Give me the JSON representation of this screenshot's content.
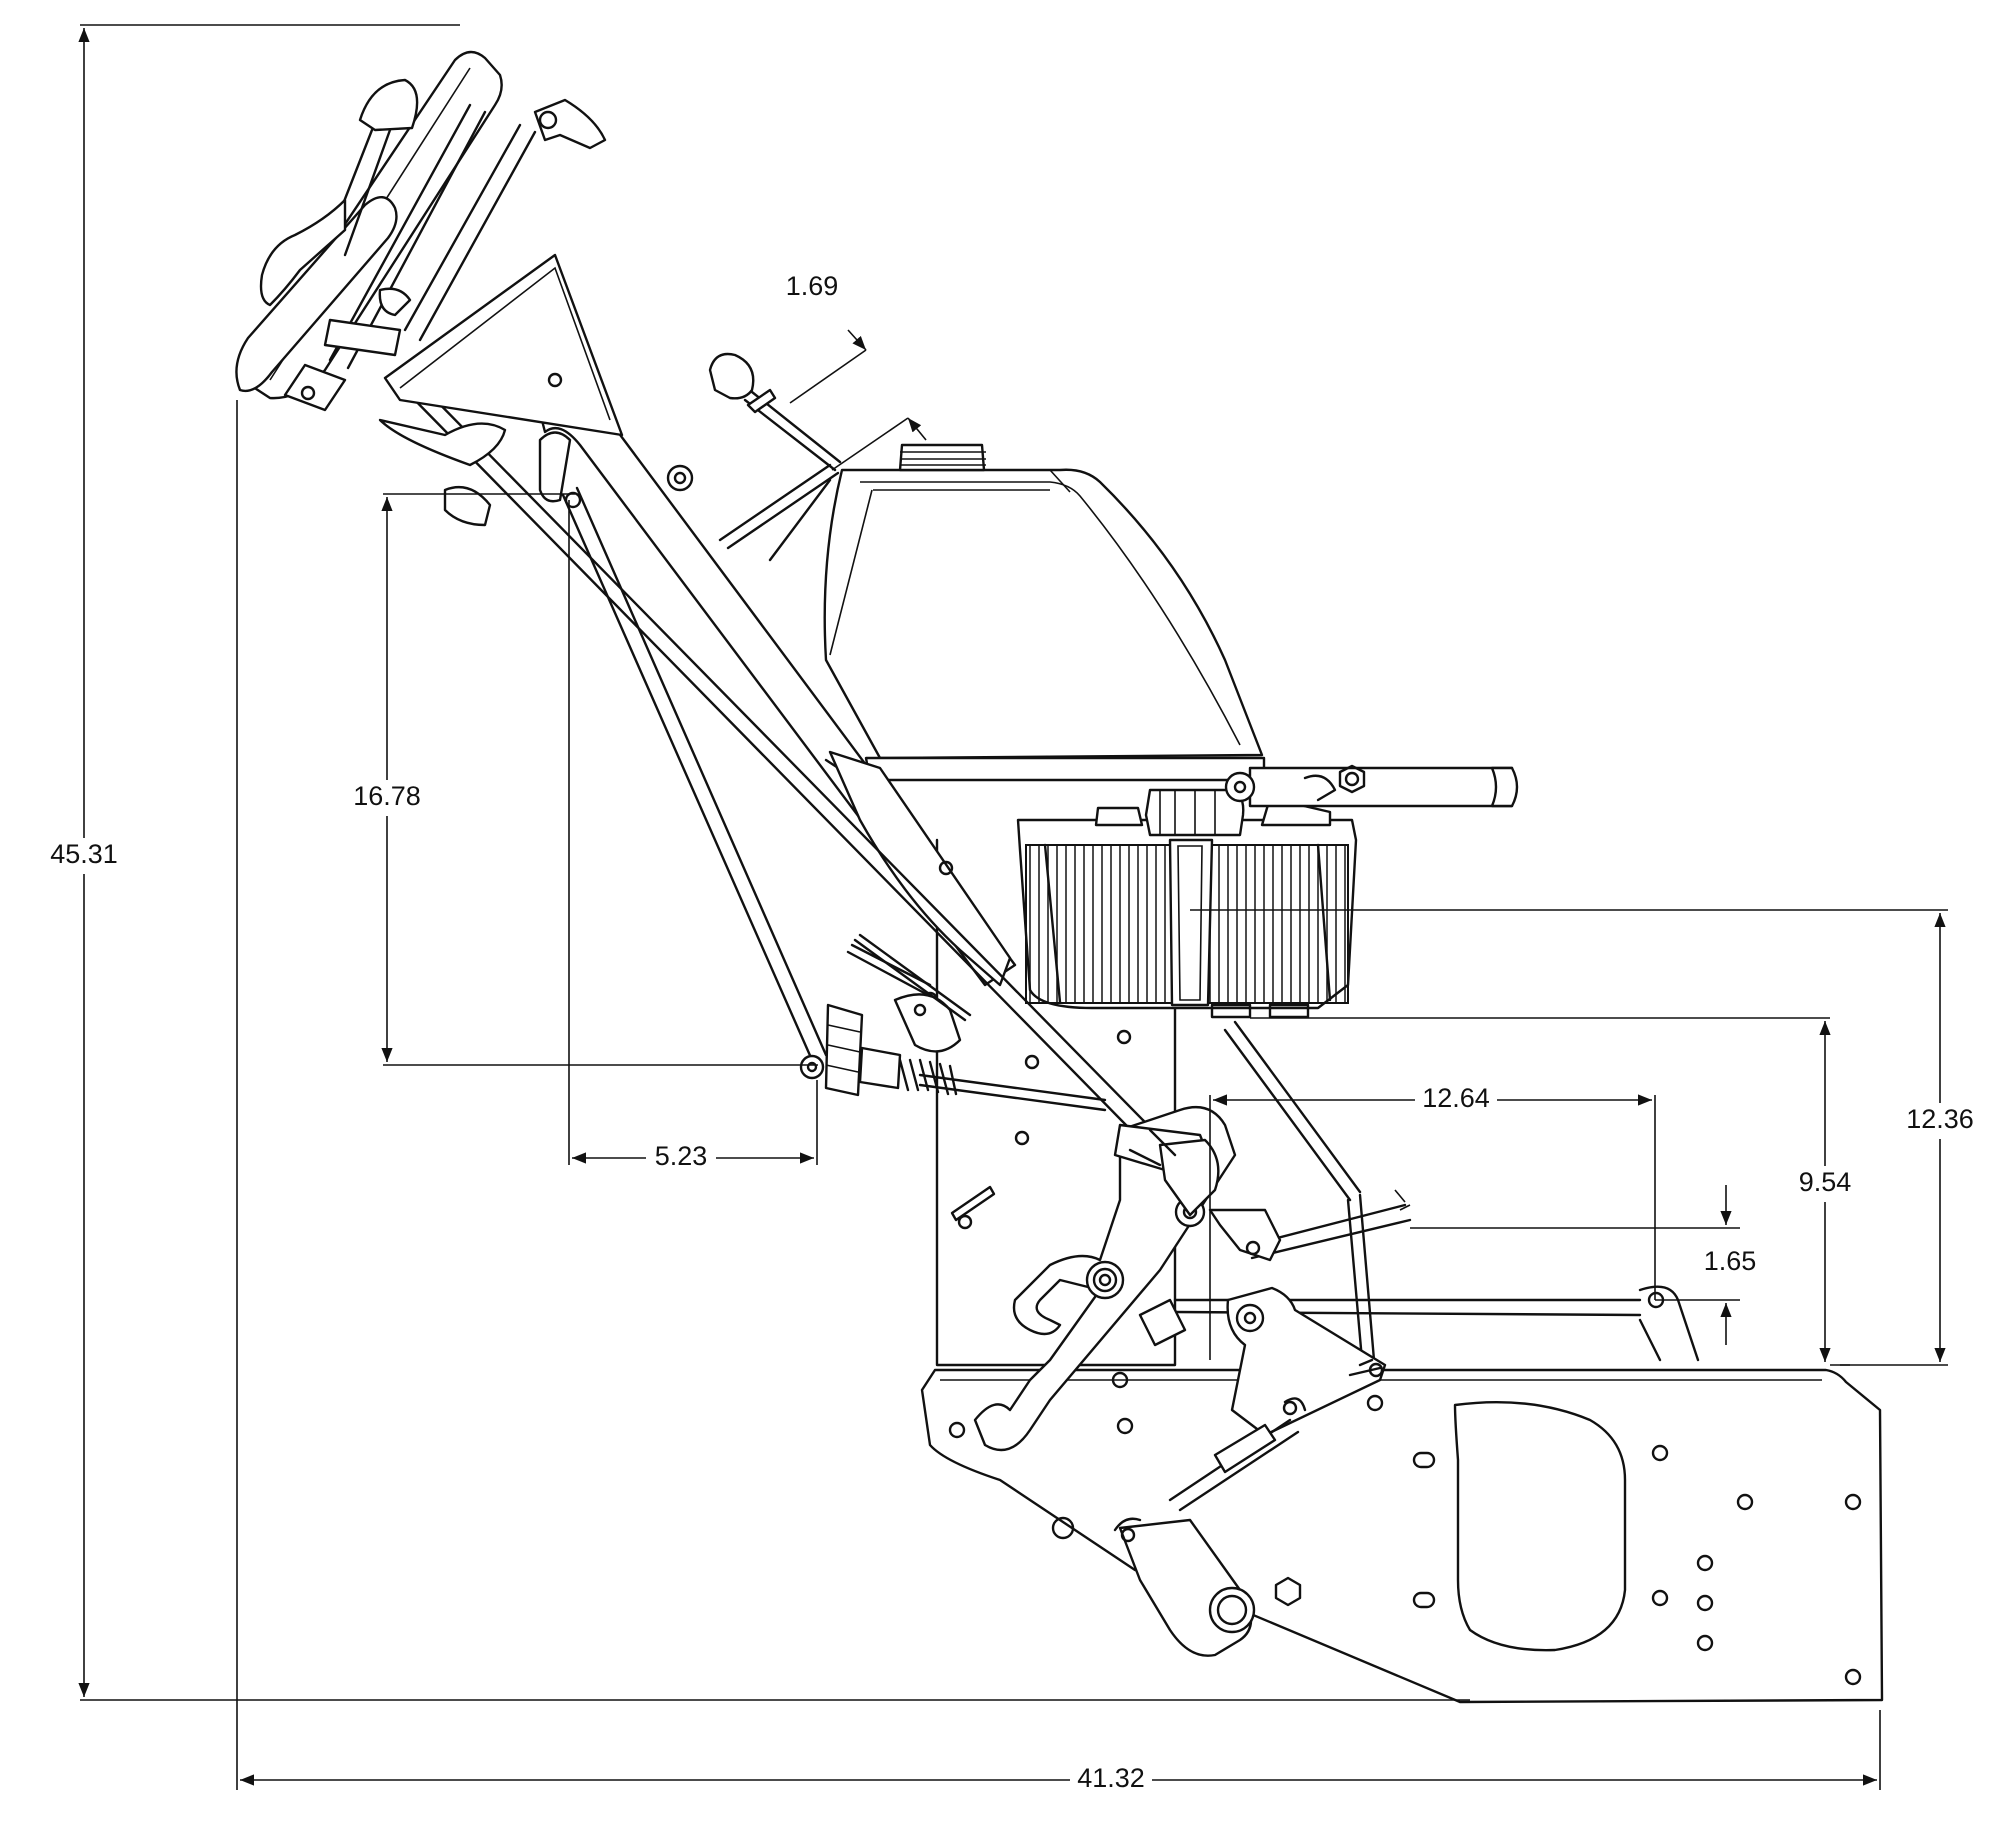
{
  "dimensions": {
    "overall_height": "45.31",
    "overall_length": "41.32",
    "handle_height": "16.78",
    "handle_offset": "5.23",
    "handle_angle": "1.69",
    "deck_span": "12.64",
    "reel_clearance": "1.65",
    "basket_height": "9.54",
    "catcher_height": "12.36"
  },
  "colors": {
    "line": "#111111",
    "background": "#ffffff"
  }
}
